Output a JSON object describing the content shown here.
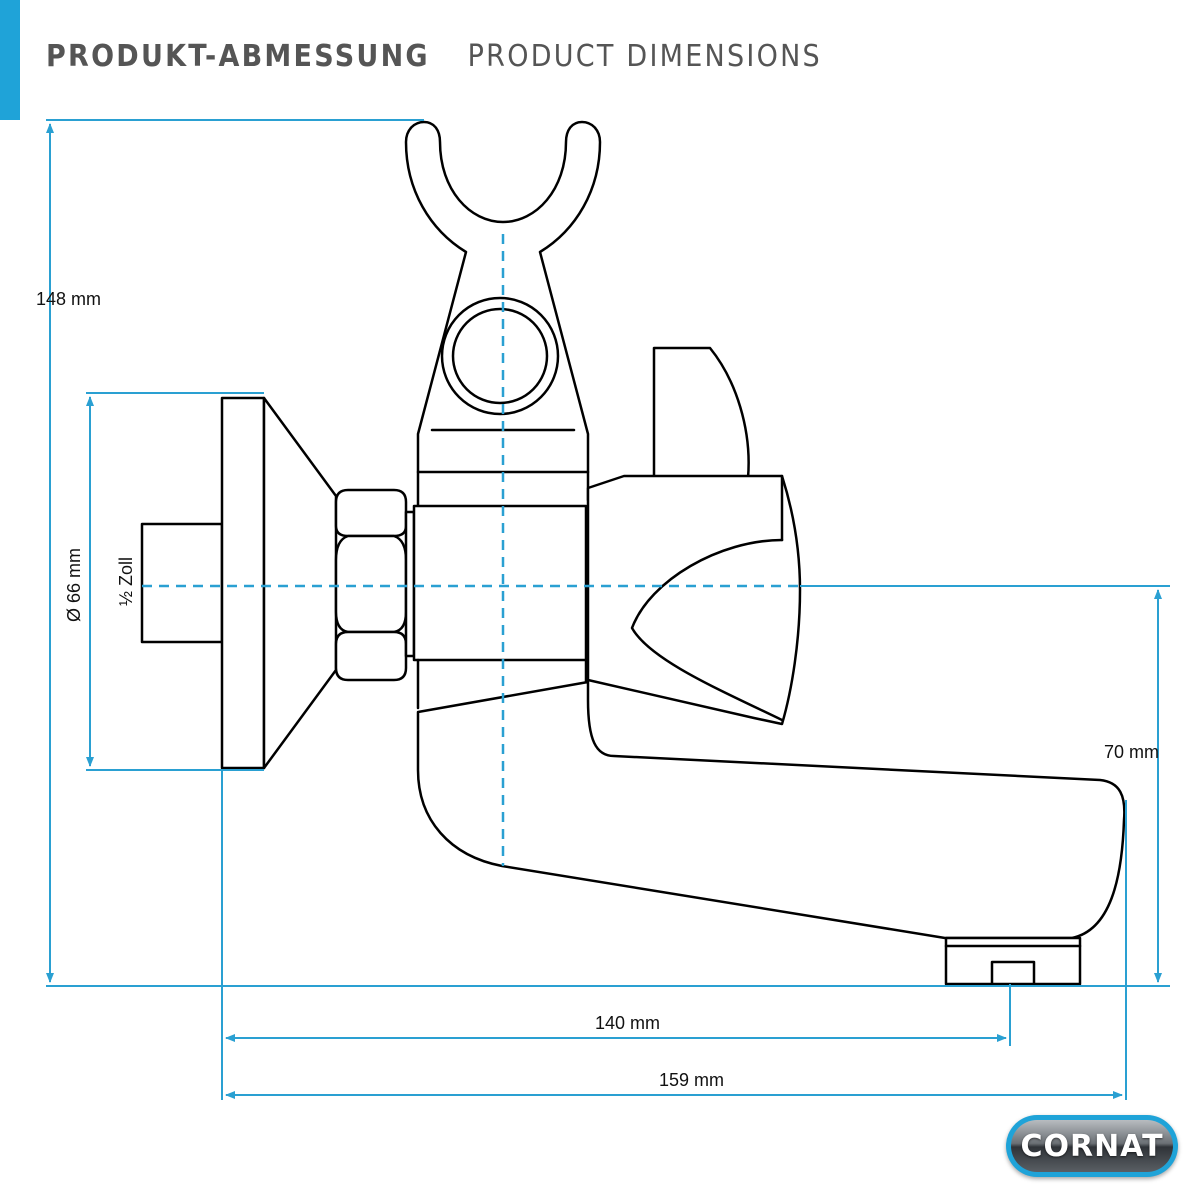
{
  "header": {
    "title_de": "PRODUKT-ABMESSUNG",
    "title_en": "PRODUCT DIMENSIONS"
  },
  "dimensions": {
    "total_height": "148 mm",
    "rosette_diameter": "Ø 66 mm",
    "thread_size": "½ Zoll",
    "outlet_height": "70 mm",
    "projection_to_outlet": "140 mm",
    "total_projection": "159 mm"
  },
  "logo": {
    "brand": "CORNAT"
  },
  "colors": {
    "accent": "#1fa3d8",
    "dimension_line": "#2aa0d2",
    "outline": "#000000",
    "header_text": "#555555"
  }
}
